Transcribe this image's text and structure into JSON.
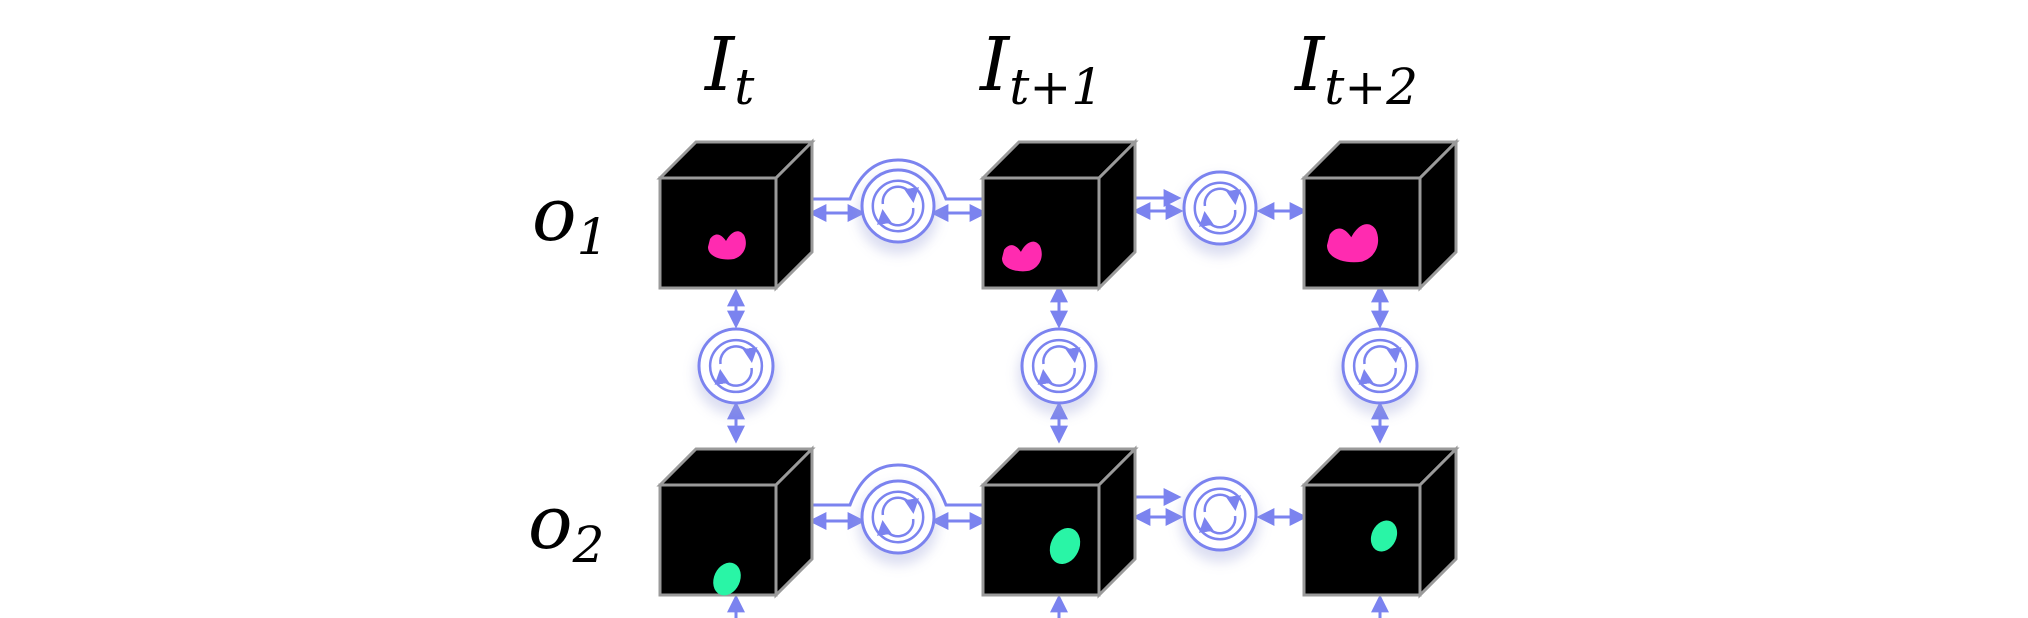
{
  "columns": [
    {
      "base": "I",
      "sub": "t"
    },
    {
      "base": "I",
      "sub": "t+1"
    },
    {
      "base": "I",
      "sub": "t+2"
    }
  ],
  "rows": [
    {
      "base": "o",
      "sub": "1",
      "blob_color": "#ff2bb0"
    },
    {
      "base": "o",
      "sub": "2",
      "blob_color": "#29f5a6"
    }
  ],
  "colors": {
    "connector": "#7b83ef",
    "cube_face": "#000000",
    "cube_edge": "#9a9a9a",
    "background": "#ffffff"
  },
  "icons": {
    "interaction_node": "cycle-arrows-icon",
    "volume": "cube-volume-icon"
  }
}
